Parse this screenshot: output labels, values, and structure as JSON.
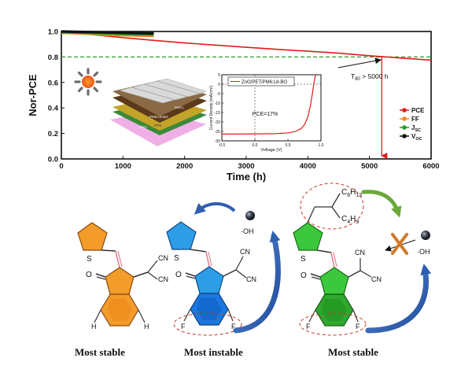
{
  "chart_data": {
    "type": "line",
    "xlabel": "Time (h)",
    "ylabel": "Nor-PCE",
    "xlim": [
      0,
      6000
    ],
    "ylim": [
      0.0,
      1.0
    ],
    "xticks": [
      0,
      1000,
      2000,
      3000,
      4000,
      5000,
      6000
    ],
    "yticks": [
      0.0,
      0.2,
      0.4,
      0.6,
      0.8,
      1.0
    ],
    "ytick_labels": [
      "0.0",
      "0.2",
      "0.4",
      "0.6",
      "0.8",
      "1.0"
    ],
    "grid": false,
    "legend_position": "bottom-right",
    "reference_line": {
      "y": 0.8,
      "color": "#2e9e2e"
    },
    "annotation": {
      "text": "T",
      "sub": "80",
      "rest": " > 5000 h",
      "x": 5200,
      "y": 0.8
    },
    "series": [
      {
        "name": "PCE",
        "color": "#e31b1b",
        "x": [
          0,
          500,
          1000,
          1500,
          2000,
          2500,
          3000,
          3500,
          4000,
          4500,
          5000,
          5500,
          6000
        ],
        "y": [
          1.0,
          0.975,
          0.952,
          0.93,
          0.91,
          0.893,
          0.876,
          0.86,
          0.845,
          0.83,
          0.81,
          0.792,
          0.775
        ]
      },
      {
        "name": "FF",
        "color": "#f08a1c",
        "x": [
          0,
          300,
          600,
          900,
          1200,
          1500
        ],
        "y": [
          0.99,
          0.985,
          0.978,
          0.972,
          0.968,
          0.965
        ]
      },
      {
        "name": "J",
        "sub": "SC",
        "color": "#22a022",
        "x": [
          0,
          300,
          600,
          900,
          1200,
          1500
        ],
        "y": [
          0.995,
          0.99,
          0.986,
          0.982,
          0.978,
          0.975
        ]
      },
      {
        "name": "V",
        "sub": "OC",
        "color": "#111111",
        "x": [
          0,
          300,
          600,
          900,
          1200,
          1500
        ],
        "y": [
          1.0,
          0.997,
          0.994,
          0.99,
          0.987,
          0.985
        ]
      }
    ],
    "inset": {
      "type": "line",
      "legend": "ZnO/PET/PM6:L8-BO",
      "label": "PCE=17%",
      "xlabel": "Voltage (V)",
      "ylabel": "Current Density (mA/cm²)",
      "xlim": [
        -0.5,
        1.0
      ],
      "ylim": [
        -30,
        5
      ],
      "xticks": [
        -0.5,
        0.0,
        0.5,
        1.0
      ],
      "xtick_labels": [
        "-0.5",
        "0.0",
        "0.5",
        "1.0"
      ],
      "yticks": [
        -30,
        -25,
        -20,
        -15,
        -10,
        -5,
        0,
        5
      ],
      "ytick_labels": [
        "-30",
        "-25",
        "-20",
        "-15",
        "-10",
        "-5",
        "0",
        "5"
      ],
      "series": {
        "color": "#e31b1b",
        "x": [
          -0.5,
          -0.3,
          -0.1,
          0.1,
          0.3,
          0.5,
          0.6,
          0.7,
          0.75,
          0.8,
          0.84,
          0.87,
          0.9,
          0.92
        ],
        "y": [
          -26.4,
          -26.4,
          -26.35,
          -26.3,
          -26.2,
          -25.8,
          -25.2,
          -23.5,
          -21.5,
          -17.5,
          -11.5,
          -5,
          2,
          5
        ]
      }
    }
  },
  "device_stack": {
    "layers": [
      {
        "label": "MoO₃",
        "color": "#7a5a36"
      },
      {
        "label": "PM6:L8-BO",
        "color": "#5a3a1a"
      },
      {
        "label": "PFN",
        "color": "#c4a428"
      },
      {
        "label": "ZnO",
        "color": "#3a8a3a"
      },
      {
        "label": "PET",
        "color": "#f0b0e6"
      }
    ]
  },
  "molecules": [
    {
      "caption": "Most stable",
      "ring_color": "#f39c2a",
      "five_ring_color": "#f39c2a",
      "atom_s": "S",
      "atom_o": "O",
      "sub_1": "H",
      "sub_2": "H",
      "cn_1": "CN",
      "cn_2": "CN"
    },
    {
      "caption": "Most instable",
      "ring_color": "#1a78e0",
      "five_ring_color": "#2e9de8",
      "atom_s": "S",
      "atom_o": "O",
      "sub_1": "F",
      "sub_2": "F",
      "cn_1": "CN",
      "cn_2": "CN",
      "radical": "·OH"
    },
    {
      "caption": "Most stable",
      "ring_color": "#2ea82e",
      "five_ring_color": "#3cc83c",
      "atom_s": "S",
      "atom_o": "O",
      "sub_1": "F",
      "sub_2": "F",
      "cn_1": "CN",
      "cn_2": "CN",
      "radical": "·OH",
      "chain_1": "C",
      "chain_1_sub": "6",
      "chain_1_rest": "H",
      "chain_1_sub2": "13",
      "chain_2": "C",
      "chain_2_sub": "4",
      "chain_2_rest": "H",
      "chain_2_sub2": "9"
    }
  ]
}
